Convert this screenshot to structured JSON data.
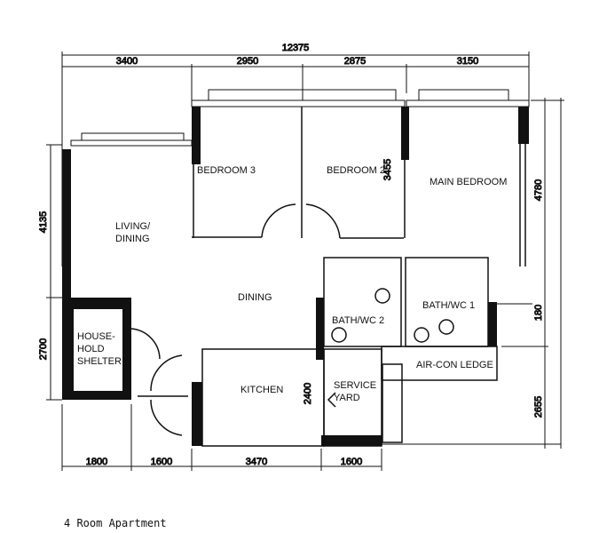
{
  "title": "4 Room Apartment",
  "dimensions": {
    "top_total": "12375",
    "top": [
      "3400",
      "2950",
      "2875",
      "3150"
    ],
    "bottom": [
      "1800",
      "1600",
      "3470",
      "1600"
    ],
    "left": [
      "4135",
      "2700"
    ],
    "right": [
      "4780",
      "180",
      "2655"
    ],
    "inner": [
      "3455",
      "2400"
    ]
  },
  "rooms": {
    "living": "LIVING/",
    "living2": "DINING",
    "dining": "DINING",
    "bedroom3": "BEDROOM 3",
    "bedroom2": "BEDROOM 2",
    "main_bedroom": "MAIN BEDROOM",
    "bath2": "BATH/WC 2",
    "bath1": "BATH/WC 1",
    "aircon": "AIR-CON LEDGE",
    "shelter": [
      "HOUSE-",
      "HOLD",
      "SHELTER"
    ],
    "kitchen": "KITCHEN",
    "service": [
      "SERVICE",
      "YARD"
    ]
  }
}
